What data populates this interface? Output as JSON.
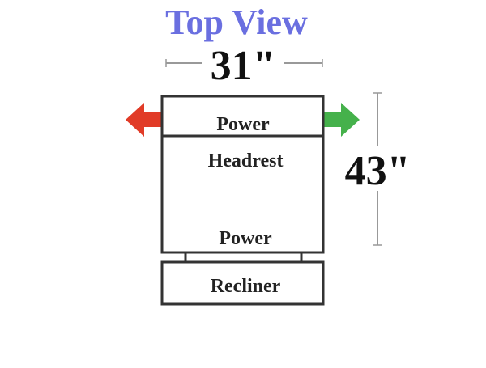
{
  "title": "Top View",
  "width_label": "31\"",
  "depth_label": "43\"",
  "sections": {
    "top_power": "Power",
    "headrest": "Headrest",
    "bottom_power": "Power",
    "recliner": "Recliner"
  },
  "colors": {
    "title": "#6a6fe0",
    "outline": "#333333",
    "dimension_line": "#999999",
    "left_arrow": "#e13b27",
    "right_arrow": "#45b14b",
    "text": "#222222"
  },
  "icons": {
    "left_arrow": "arrow-left-icon",
    "right_arrow": "arrow-right-icon"
  }
}
